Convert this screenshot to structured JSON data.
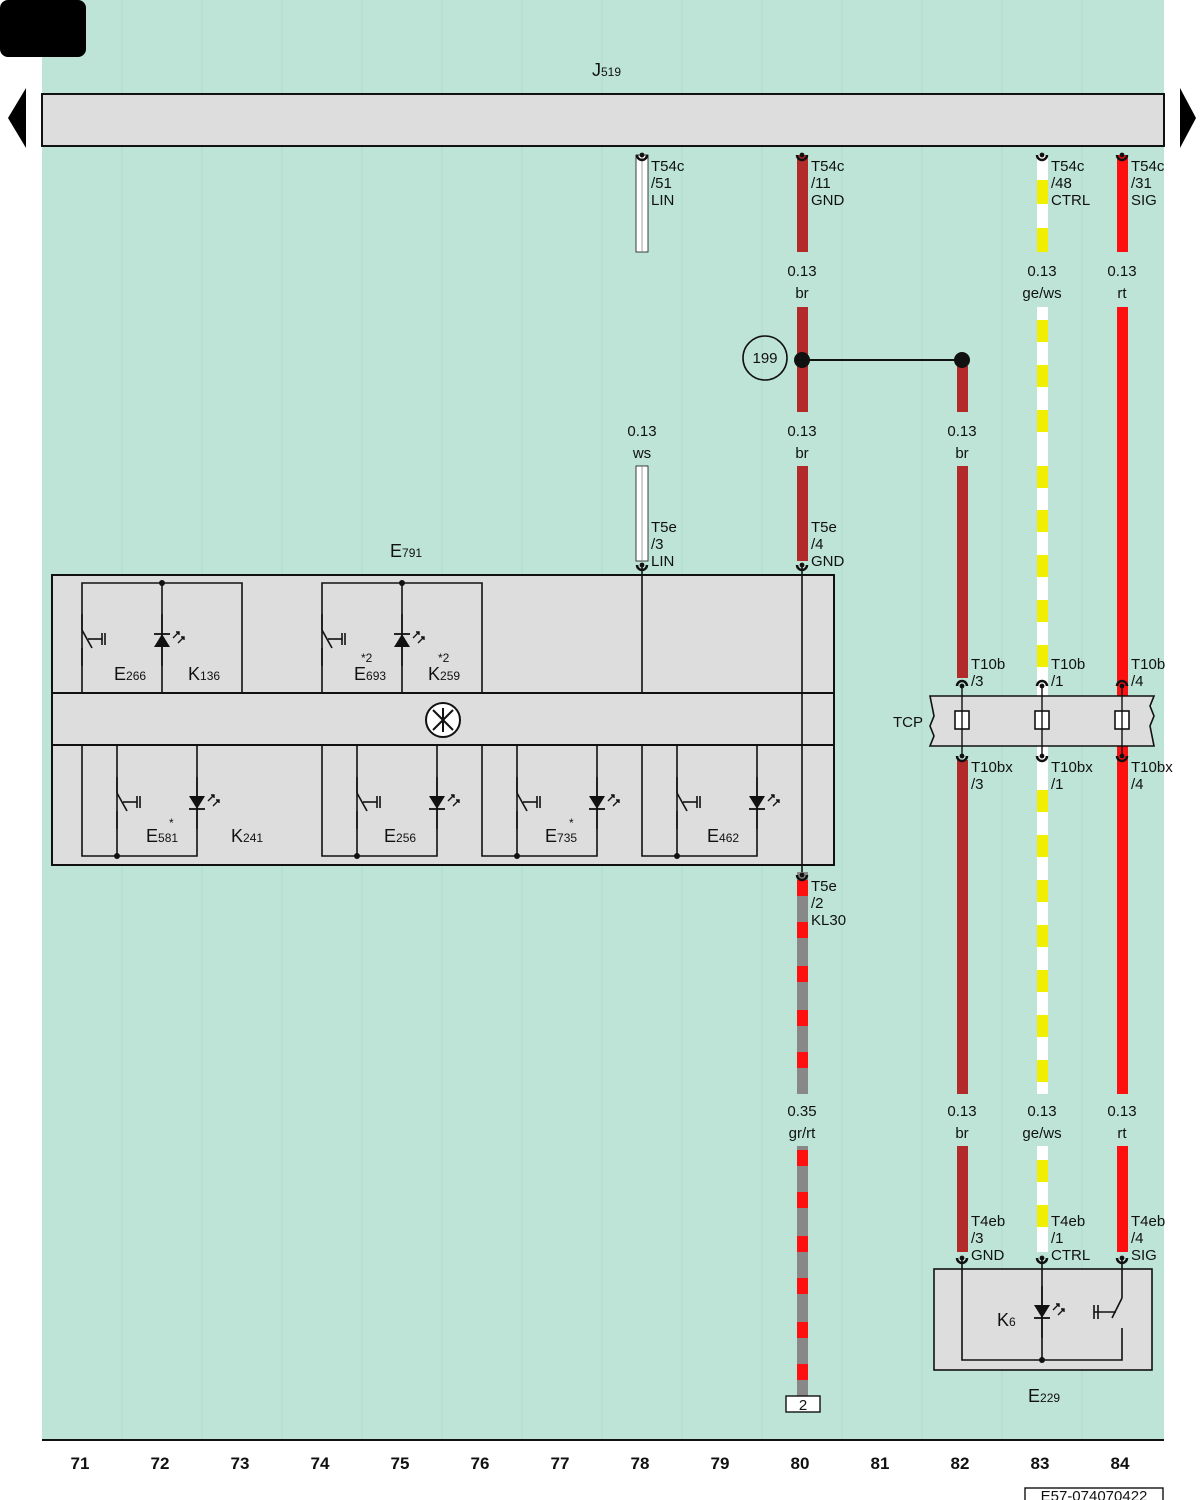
{
  "modules": {
    "J519": {
      "letter": "J",
      "sub": "519"
    },
    "E791": {
      "letter": "E",
      "sub": "791"
    },
    "E229": {
      "letter": "E",
      "sub": "229"
    },
    "TCP": "TCP"
  },
  "sub_components": [
    {
      "letter": "E",
      "sub": "266",
      "mark": ""
    },
    {
      "letter": "K",
      "sub": "136",
      "mark": ""
    },
    {
      "letter": "E",
      "sub": "693",
      "mark": "*2"
    },
    {
      "letter": "K",
      "sub": "259",
      "mark": "*2"
    },
    {
      "letter": "E",
      "sub": "581",
      "mark": "*"
    },
    {
      "letter": "K",
      "sub": "241",
      "mark": ""
    },
    {
      "letter": "E",
      "sub": "256",
      "mark": ""
    },
    {
      "letter": "E",
      "sub": "735",
      "mark": "*"
    },
    {
      "letter": "E",
      "sub": "462",
      "mark": ""
    },
    {
      "letter": "K",
      "sub": "6",
      "mark": ""
    }
  ],
  "connectors": [
    {
      "id": "t54c-51",
      "lines": [
        "T54c",
        "/51",
        "LIN"
      ]
    },
    {
      "id": "t54c-11",
      "lines": [
        "T54c",
        "/11",
        "GND"
      ]
    },
    {
      "id": "t54c-48",
      "lines": [
        "T54c",
        "/48",
        "CTRL"
      ]
    },
    {
      "id": "t54c-31",
      "lines": [
        "T54c",
        "/31",
        "SIG"
      ]
    },
    {
      "id": "t5e-3",
      "lines": [
        "T5e",
        "/3",
        "LIN"
      ]
    },
    {
      "id": "t5e-4",
      "lines": [
        "T5e",
        "/4",
        "GND"
      ]
    },
    {
      "id": "t5e-2",
      "lines": [
        "T5e",
        "/2",
        "KL30"
      ]
    },
    {
      "id": "t10b-3",
      "lines": [
        "T10b",
        "/3"
      ]
    },
    {
      "id": "t10b-1",
      "lines": [
        "T10b",
        "/1"
      ]
    },
    {
      "id": "t10b-4",
      "lines": [
        "T10b",
        "/4"
      ]
    },
    {
      "id": "t10bx-3",
      "lines": [
        "T10bx",
        "/3"
      ]
    },
    {
      "id": "t10bx-1",
      "lines": [
        "T10bx",
        "/1"
      ]
    },
    {
      "id": "t10bx-4",
      "lines": [
        "T10bx",
        "/4"
      ]
    },
    {
      "id": "t4eb-3",
      "lines": [
        "T4eb",
        "/3",
        "GND"
      ]
    },
    {
      "id": "t4eb-1",
      "lines": [
        "T4eb",
        "/1",
        "CTRL"
      ]
    },
    {
      "id": "t4eb-4",
      "lines": [
        "T4eb",
        "/4",
        "SIG"
      ]
    }
  ],
  "wires": [
    {
      "id": "w78-a",
      "size": "0.13",
      "color": "ws"
    },
    {
      "id": "w80-a",
      "size": "0.13",
      "color": "br"
    },
    {
      "id": "w80-b",
      "size": "0.13",
      "color": "br"
    },
    {
      "id": "w82-a",
      "size": "0.13",
      "color": "br"
    },
    {
      "id": "w83-a",
      "size": "0.13",
      "color": "ge/ws"
    },
    {
      "id": "w84-a",
      "size": "0.13",
      "color": "rt"
    },
    {
      "id": "w80-c",
      "size": "0.35",
      "color": "gr/rt"
    },
    {
      "id": "w82-b",
      "size": "0.13",
      "color": "br"
    },
    {
      "id": "w83-b",
      "size": "0.13",
      "color": "ge/ws"
    },
    {
      "id": "w84-b",
      "size": "0.13",
      "color": "rt"
    }
  ],
  "ground_point": "199",
  "terminal_ref": "2",
  "columns": [
    "71",
    "72",
    "73",
    "74",
    "75",
    "76",
    "77",
    "78",
    "79",
    "80",
    "81",
    "82",
    "83",
    "84"
  ],
  "doc_id": "E57-074070422",
  "colors": {
    "background": "#bde4d6",
    "module_fill": "#dddddd",
    "wire_br": "#b22a2a",
    "wire_rt": "#ff1010",
    "wire_ge": "#f2ee00",
    "wire_ws": "#ffffff",
    "wire_gr": "#888888"
  }
}
